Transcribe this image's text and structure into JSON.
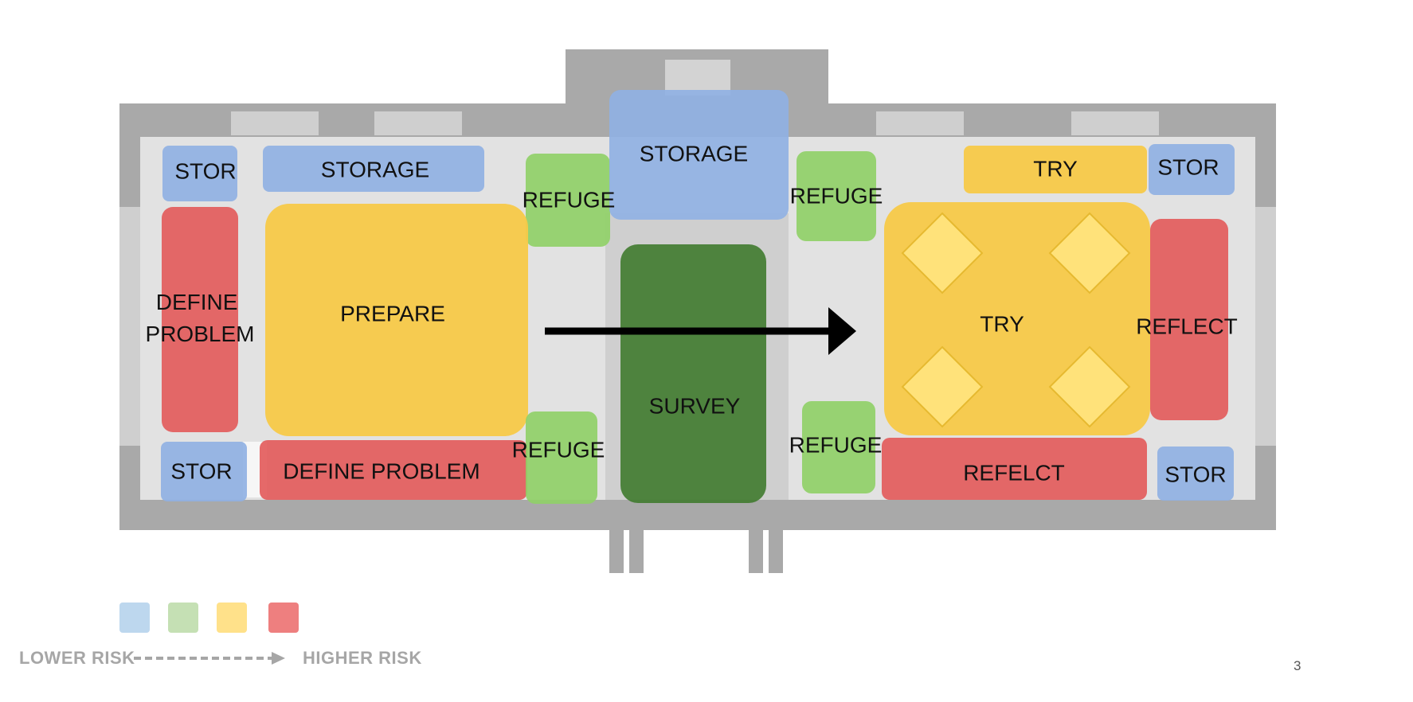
{
  "zones": {
    "stor_tl": "STOR",
    "storage_top": "STORAGE",
    "refuge_tl": "REFUGE",
    "storage_center": "STORAGE",
    "refuge_tr": "REFUGE",
    "try_top": "TRY",
    "stor_tr": "STOR",
    "define_problem_left": "DEFINE\nPROBLEM",
    "prepare": "PREPARE",
    "survey": "SURVEY",
    "try_main": "TRY",
    "reflect_right": "REFLECT",
    "stor_bl": "STOR",
    "define_problem_bottom": "DEFINE PROBLEM",
    "refuge_bl": "REFUGE",
    "refuge_br": "REFUGE",
    "reflect_bottom": "REFELCT",
    "stor_br": "STOR"
  },
  "legend": {
    "low_label": "LOWER RISK",
    "high_label": "HIGHER RISK",
    "colors": [
      "#bdd7ee",
      "#c5e0b4",
      "#ffe18a",
      "#ee7f7f"
    ]
  },
  "page_number": "3",
  "colors": {
    "blue": "#8fb0e3",
    "green": "#8fd066",
    "yellow": "#f7c948",
    "red": "#e35a5a",
    "dark_green": "#3f7a2e",
    "wall": "#a8a8a8",
    "floor": "#dcdcdc"
  }
}
